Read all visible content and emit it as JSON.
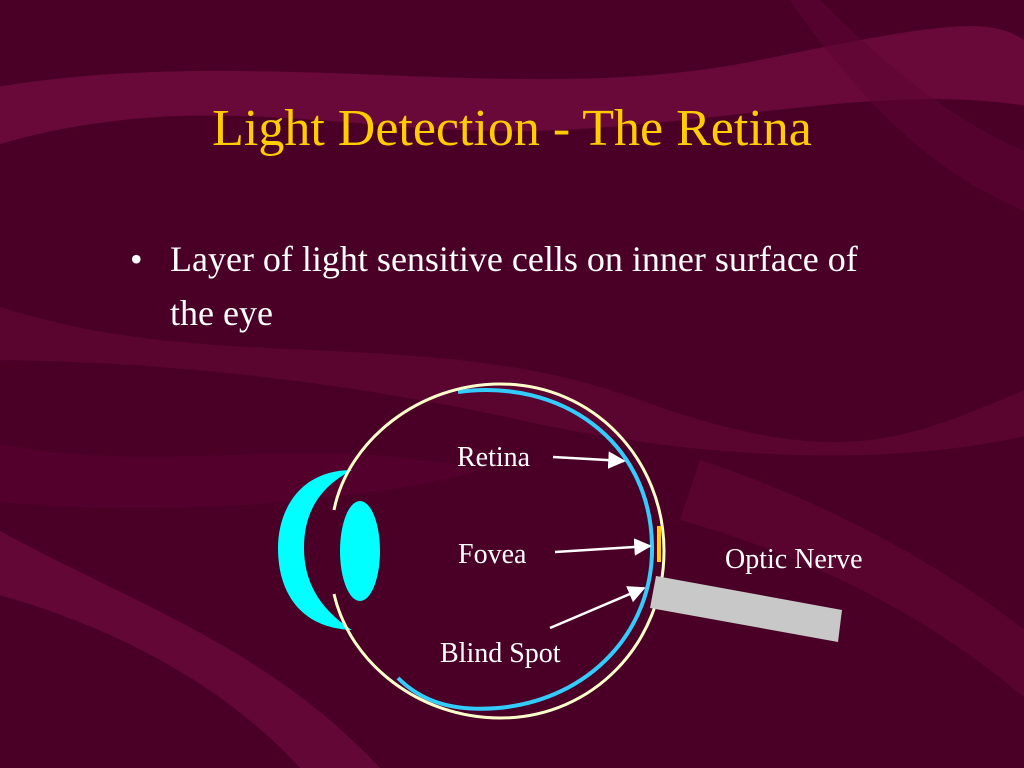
{
  "slide": {
    "title": "Light Detection - The Retina",
    "bullet_symbol": "•",
    "bullet_text": "Layer of light sensitive cells on inner surface of the eye"
  },
  "diagram": {
    "labels": {
      "retina": "Retina",
      "fovea": "Fovea",
      "blind_spot": "Blind Spot",
      "optic_nerve": "Optic Nerve"
    }
  },
  "colors": {
    "background": "#4a0026",
    "swoosh": "#6e0a3e",
    "title": "#ffcc00",
    "text": "#ffffff",
    "retina_layer": "#33ccff",
    "lens": "#00ffff",
    "fovea_mark": "#ffcc00",
    "optic_nerve": "#c8c8c8"
  }
}
